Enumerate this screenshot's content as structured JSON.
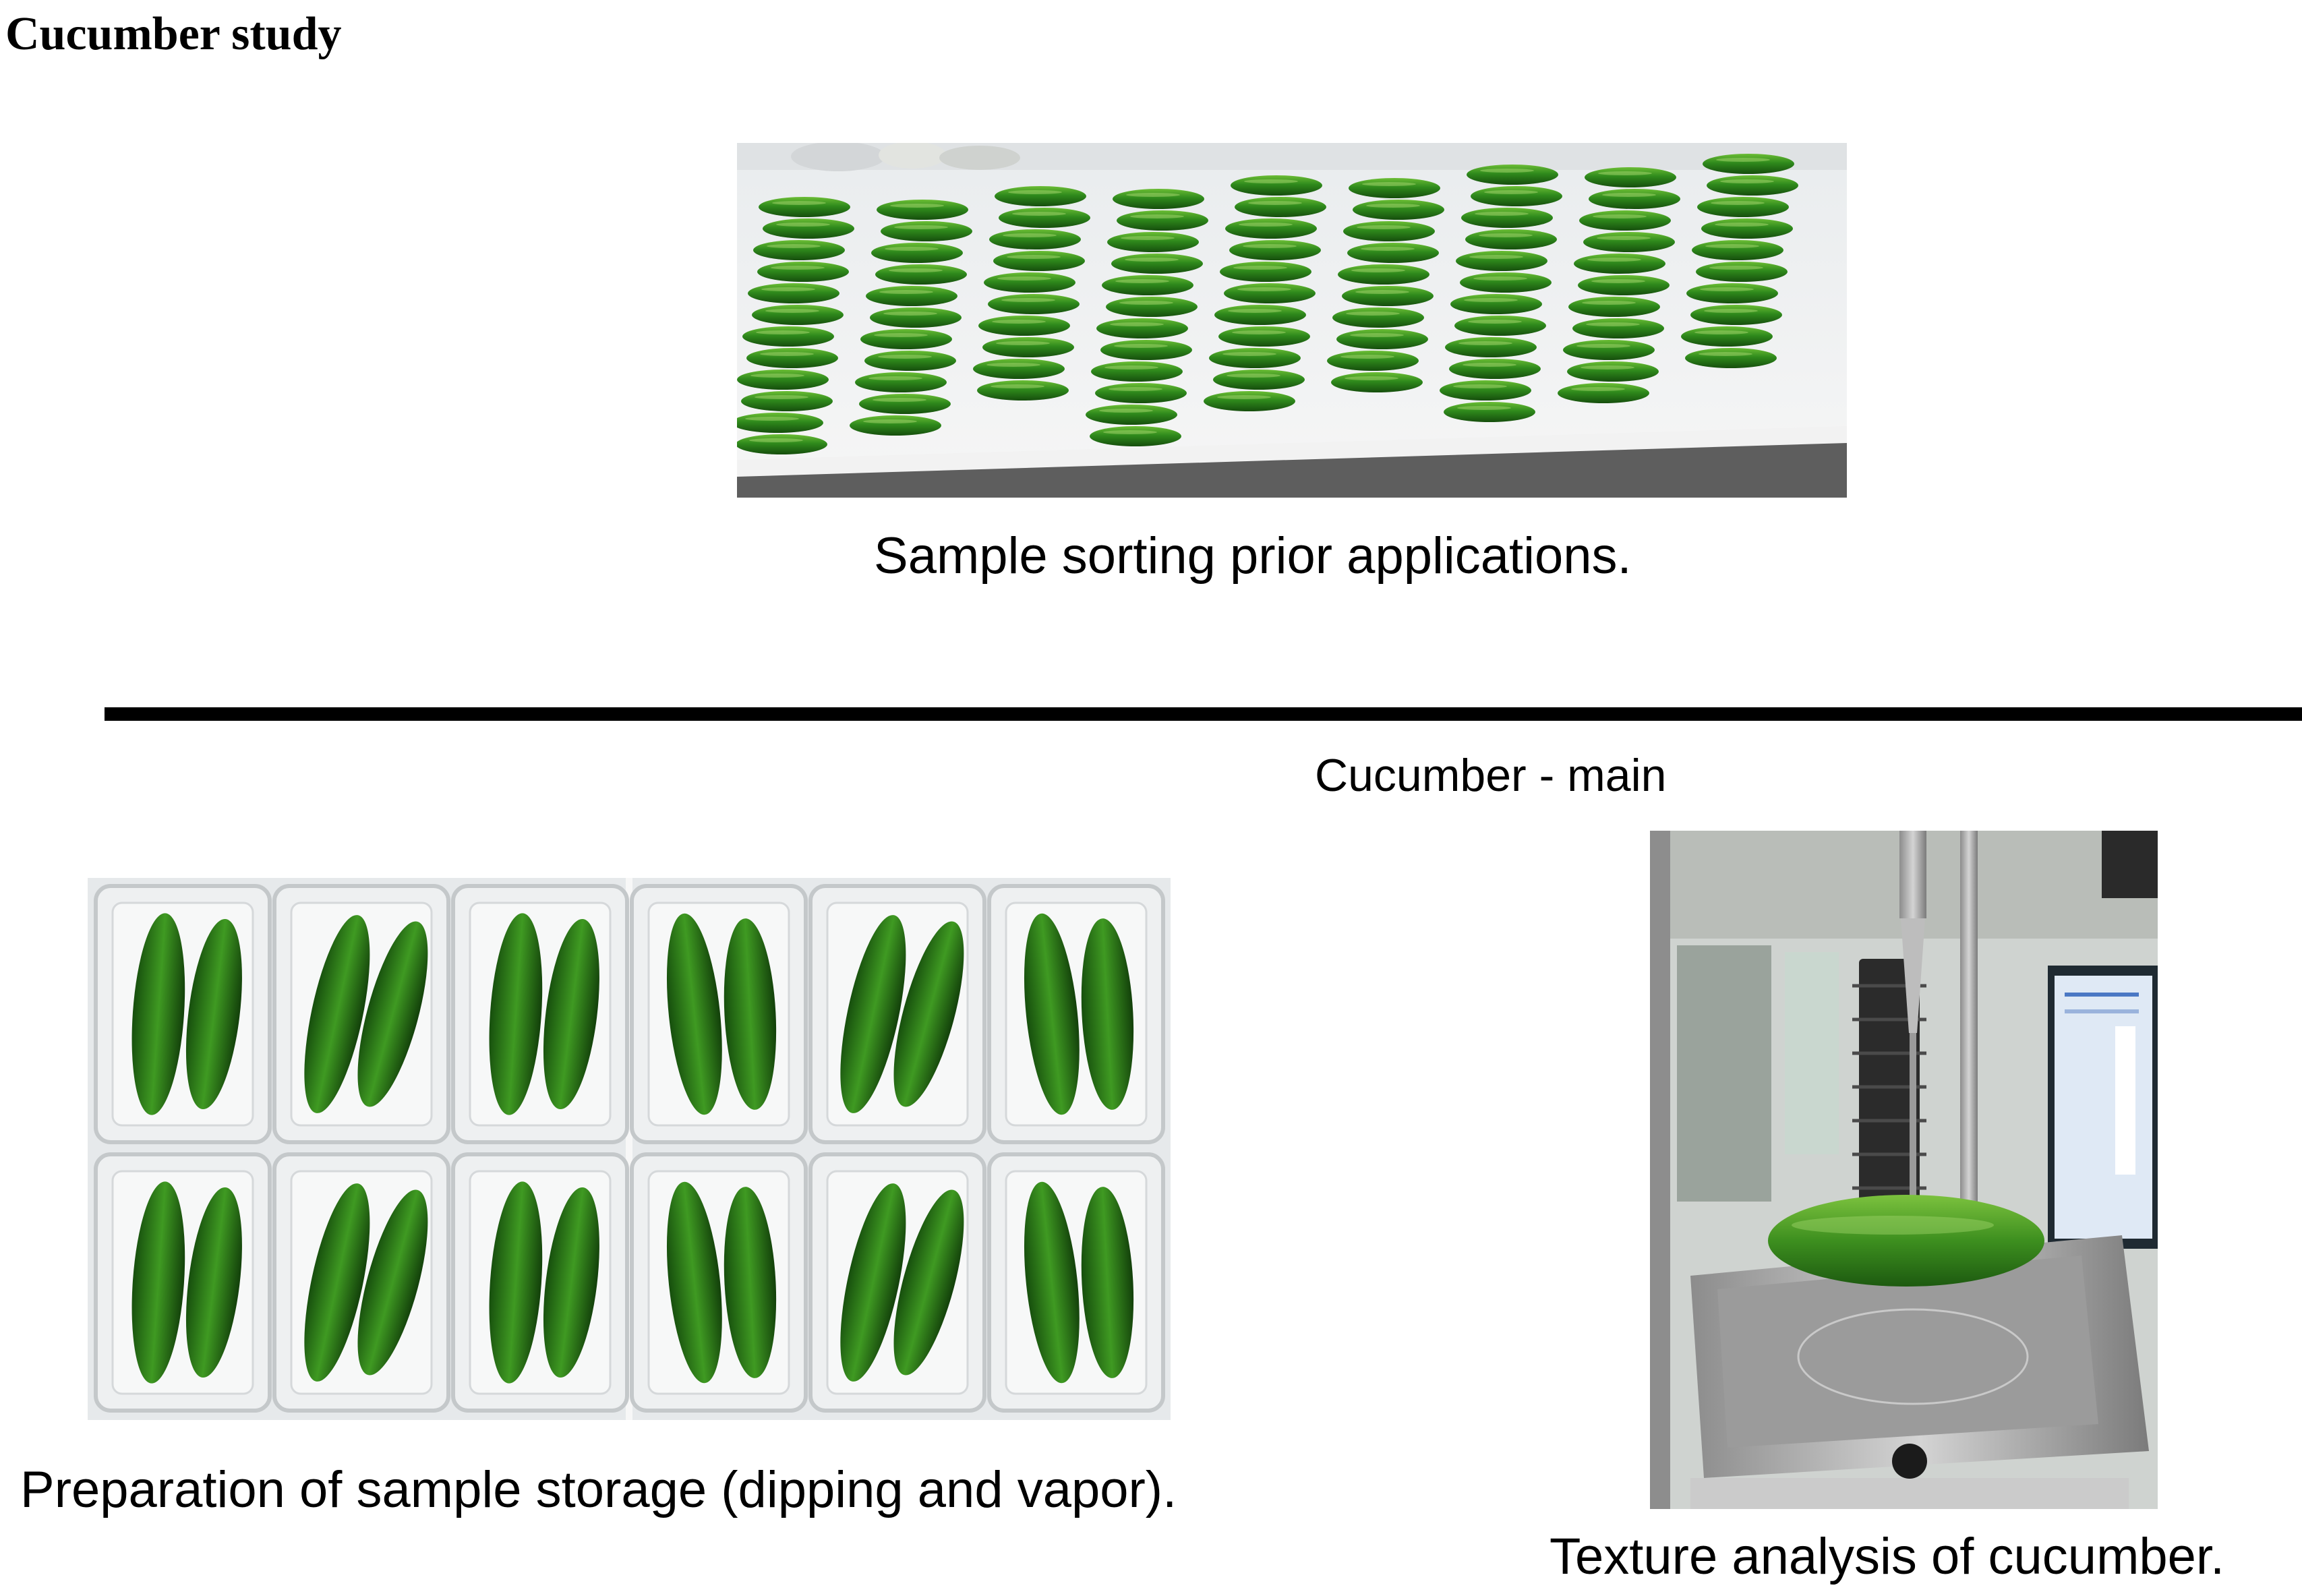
{
  "figure": {
    "title": "Cucumber study",
    "section_label": "Cucumber - main",
    "panels": [
      {
        "name": "sorting",
        "caption": "Sample sorting prior applications."
      },
      {
        "name": "storage",
        "caption": "Preparation of sample storage (dipping and vapor)."
      },
      {
        "name": "texture",
        "caption": "Texture analysis of cucumber."
      }
    ]
  },
  "colors": {
    "cucumber_dark": "#1f5e14",
    "cucumber_light": "#5fae2e",
    "bench_white": "#eeeeee",
    "tray_clear": "#dfe3e6",
    "instrument_metal": "#a8a8a8"
  }
}
